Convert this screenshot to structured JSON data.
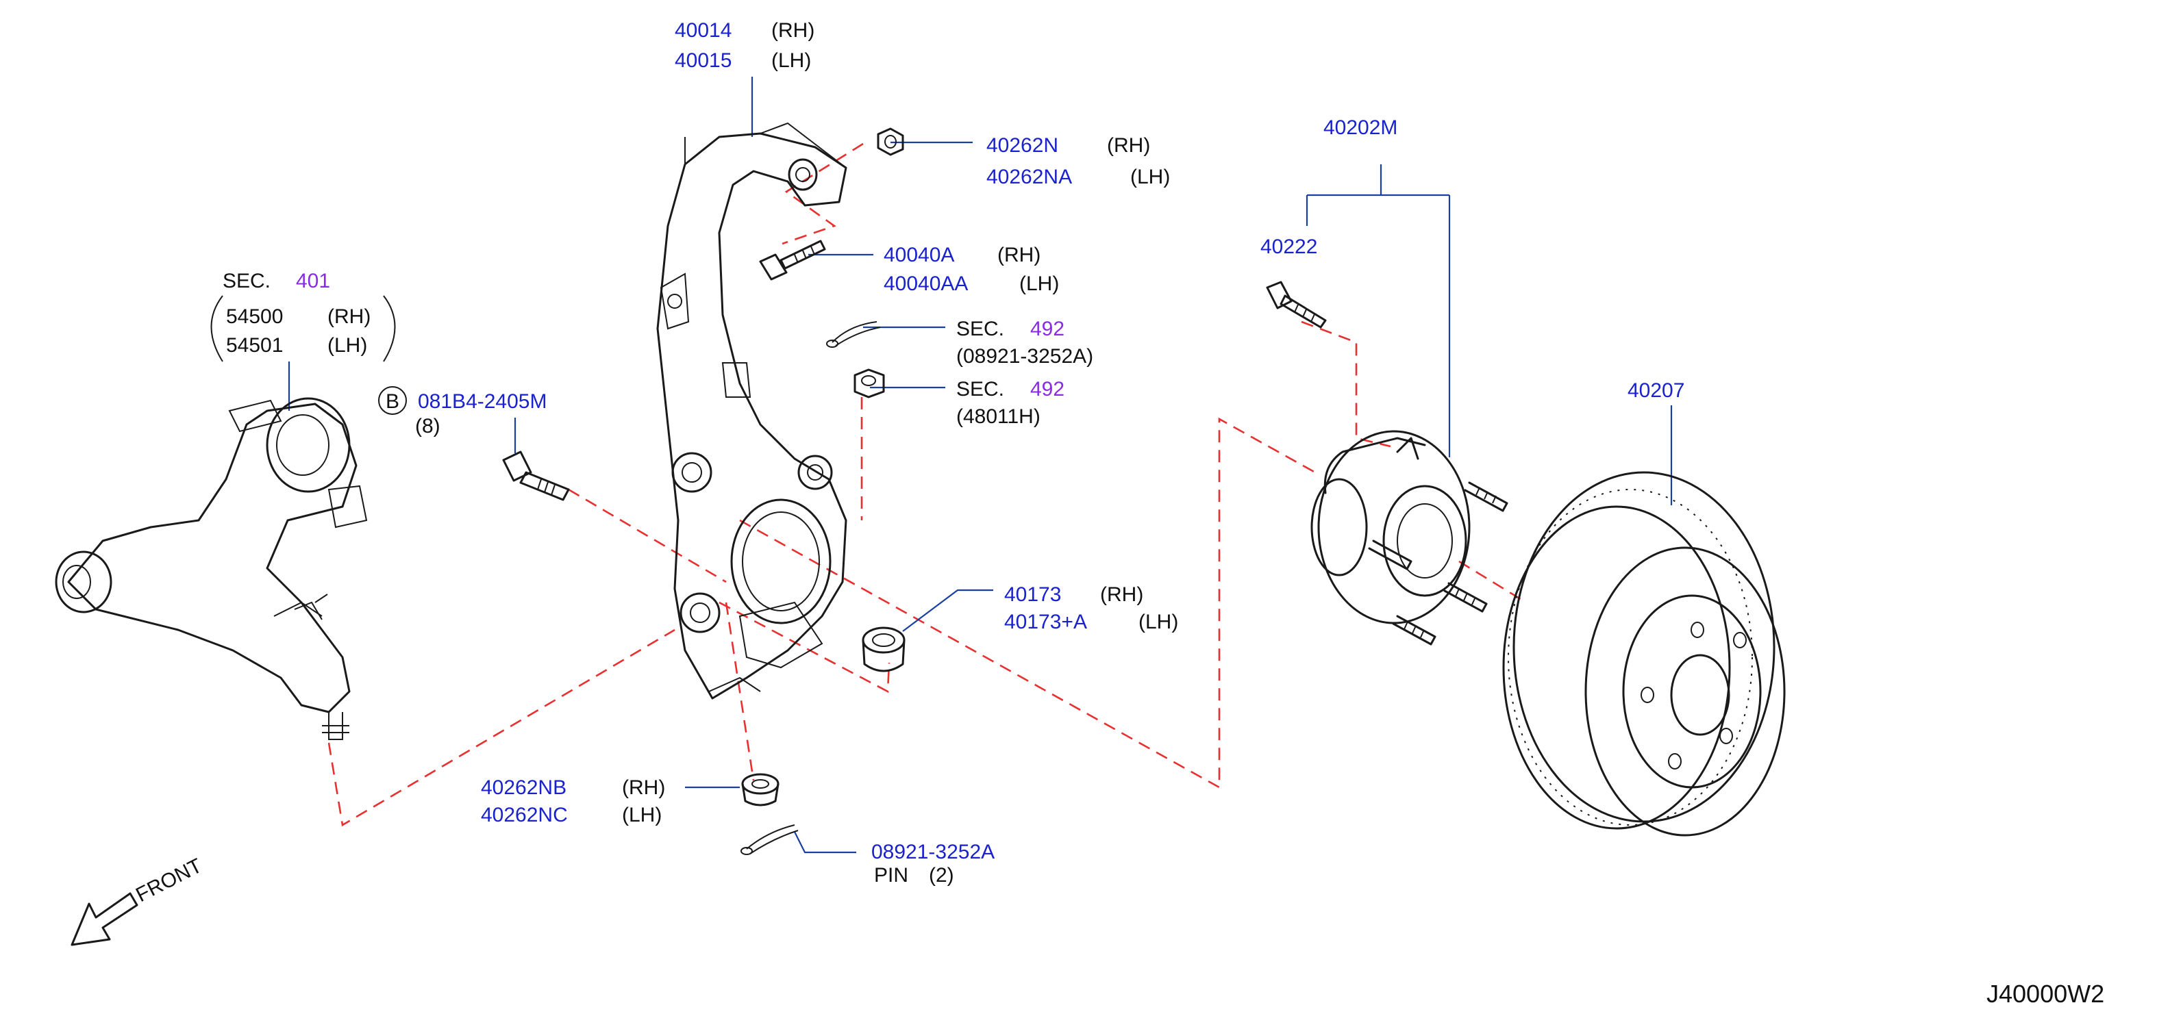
{
  "diagram_code": "J40000W2",
  "front_label": "FRONT",
  "labels": {
    "knuckle": {
      "rh_part": "40014",
      "rh_side": "(RH)",
      "lh_part": "40015",
      "lh_side": "(LH)"
    },
    "upper_nut": {
      "rh_part": "40262N",
      "rh_side": "(RH)",
      "lh_part": "40262NA",
      "lh_side": "(LH)"
    },
    "bolt": {
      "rh_part": "40040A",
      "rh_side": "(RH)",
      "lh_part": "40040AA",
      "lh_side": "(LH)"
    },
    "sec_pin": {
      "sec": "SEC.",
      "num": "492",
      "part": "(08921-3252A)"
    },
    "sec_nut": {
      "sec": "SEC.",
      "num": "492",
      "part": "(48011H)"
    },
    "hub": {
      "part": "40202M"
    },
    "stud": {
      "part": "40222"
    },
    "rotor": {
      "part": "40207"
    },
    "arm": {
      "sec": "SEC.",
      "num": "401",
      "rh_part": "54500",
      "rh_side": "(RH)",
      "lh_part": "54501",
      "lh_side": "(LH)"
    },
    "arm_bolt": {
      "badge": "B",
      "part": "081B4-2405M",
      "qty": "(8)"
    },
    "seal": {
      "rh_part": "40173",
      "rh_side": "(RH)",
      "lh_part": "40173+A",
      "lh_side": "(LH)"
    },
    "lower_nut": {
      "rh_part": "40262NB",
      "rh_side": "(RH)",
      "lh_part": "40262NC",
      "lh_side": "(LH)"
    },
    "cotter_pin": {
      "part": "08921-3252A",
      "name": "PIN",
      "qty": "(2)"
    }
  }
}
